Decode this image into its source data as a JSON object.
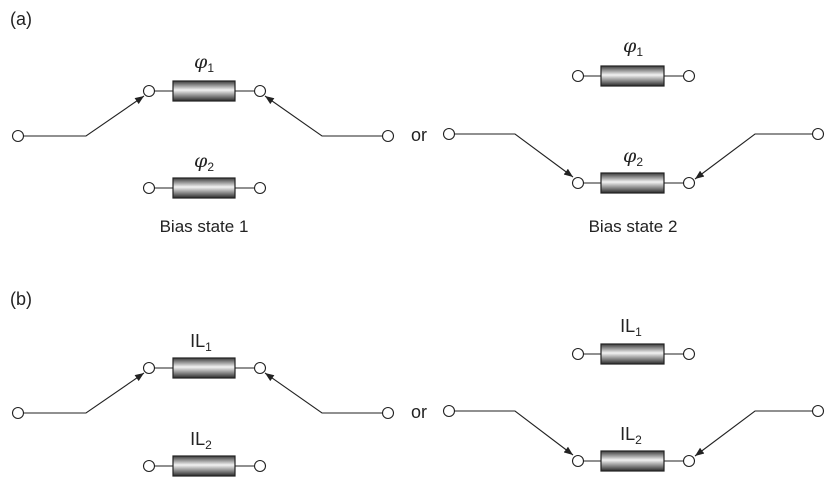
{
  "panels": {
    "a": {
      "label": "(a)",
      "state1": {
        "top_element": {
          "symbol": "φ",
          "subscript": "1"
        },
        "bottom_element": {
          "symbol": "φ",
          "subscript": "2"
        },
        "caption": "Bias state 1"
      },
      "or_text": "or",
      "state2": {
        "top_element": {
          "symbol": "φ",
          "subscript": "1"
        },
        "bottom_element": {
          "symbol": "φ",
          "subscript": "2"
        },
        "caption": "Bias state 2"
      }
    },
    "b": {
      "label": "(b)",
      "state1": {
        "top_element": {
          "symbol": "IL",
          "subscript": "1"
        },
        "bottom_element": {
          "symbol": "IL",
          "subscript": "2"
        }
      },
      "or_text": "or",
      "state2": {
        "top_element": {
          "symbol": "IL",
          "subscript": "1"
        },
        "bottom_element": {
          "symbol": "IL",
          "subscript": "2"
        }
      }
    }
  }
}
